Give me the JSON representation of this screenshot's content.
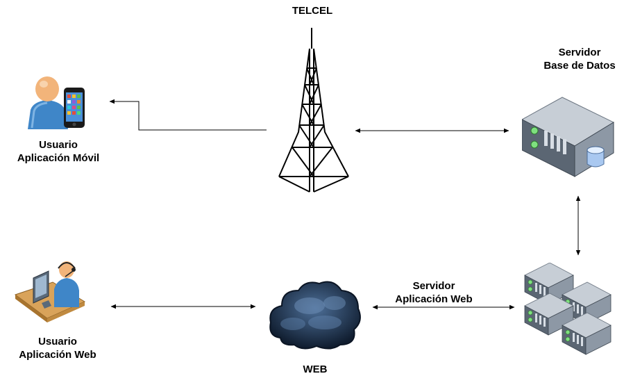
{
  "diagram": {
    "nodes": {
      "mobile_user": {
        "line1": "Usuario",
        "line2": "Aplicación Móvil",
        "icon": "user-with-smartphone-icon"
      },
      "telcel": {
        "label": "TELCEL",
        "icon": "cell-tower-icon"
      },
      "db_server": {
        "line1": "Servidor",
        "line2": "Base de Datos",
        "icon": "database-server-icon"
      },
      "web_user": {
        "line1": "Usuario",
        "line2": "Aplicación Web",
        "icon": "user-at-desk-icon"
      },
      "web": {
        "label": "WEB",
        "icon": "cloud-icon"
      },
      "app_server": {
        "line1": "Servidor",
        "line2": "Aplicación Web",
        "icon": "server-cluster-icon"
      }
    },
    "connections": [
      {
        "from": "telcel",
        "to": "mobile_user",
        "direction": "one-way"
      },
      {
        "from": "telcel",
        "to": "db_server",
        "direction": "two-way"
      },
      {
        "from": "db_server",
        "to": "app_server",
        "direction": "two-way"
      },
      {
        "from": "web",
        "to": "app_server",
        "direction": "two-way"
      },
      {
        "from": "web_user",
        "to": "web",
        "direction": "two-way"
      }
    ],
    "colors": {
      "skin": "#f2b47a",
      "shirt": "#3f86c8",
      "server_face": "#5b6673",
      "cloud": "#1a3150",
      "desk": "#d9a35a"
    }
  }
}
